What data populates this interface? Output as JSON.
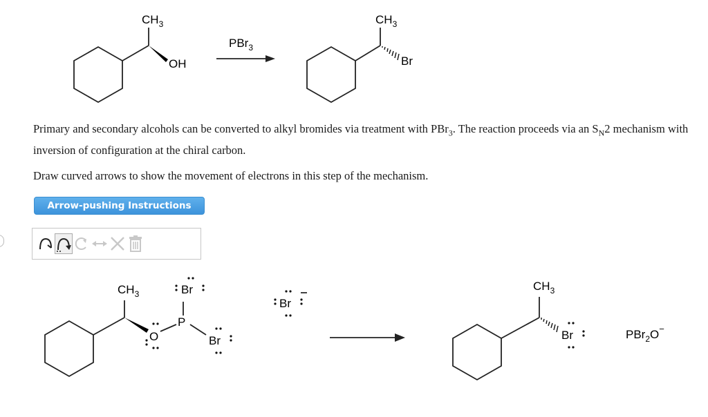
{
  "reaction": {
    "reactant": {
      "methyl": "CH3",
      "leaving": "OH"
    },
    "reagent": "PBr3",
    "product": {
      "methyl": "CH3",
      "halogen": "Br"
    }
  },
  "text": {
    "p1_a": "Primary and secondary alcohols can be converted to alkyl bromides via treatment with PBr",
    "p1_sub3": "3",
    "p1_b": ". The reaction proceeds via an S",
    "p1_subN": "N",
    "p1_c": "2 mechanism with inversion of configuration at the chiral carbon.",
    "p2": "Draw curved arrows to show the movement of electrons in this step of the mechanism."
  },
  "instructions_button": "Arrow-pushing Instructions",
  "toolbar": {
    "tools": [
      "single-electron-arrow-icon",
      "electron-pair-arrow-icon",
      "lasso-icon",
      "resonance-arrow-icon",
      "delete-icon",
      "trash-icon"
    ]
  },
  "mechanism": {
    "left": {
      "methyl": "CH3",
      "br_top": "Br",
      "p": "P",
      "o": "O",
      "br_right": "Br"
    },
    "bromide": "Br",
    "product": {
      "methyl": "CH3",
      "br": "Br"
    },
    "byproduct": "PBr2O"
  },
  "colors": {
    "accent": "#3d93db",
    "toolbar_border": "#c6c6c6",
    "icon_gray": "#c8c8c8"
  }
}
